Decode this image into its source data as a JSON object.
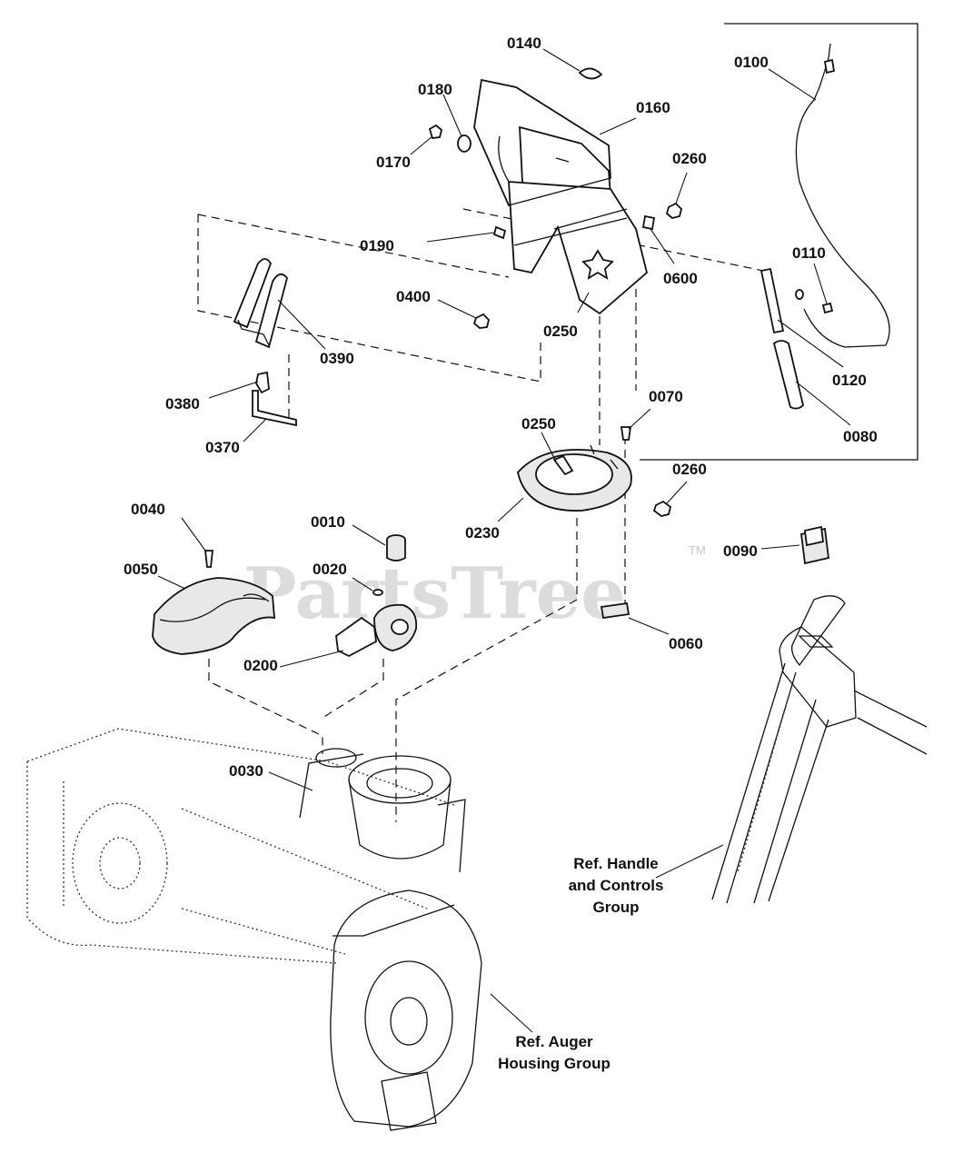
{
  "watermark": "PartsTree",
  "trademark": "TM",
  "callouts": {
    "c0140": "0140",
    "c0180": "0180",
    "c0160": "0160",
    "c0170": "0170",
    "c0260a": "0260",
    "c0190": "0190",
    "c0600": "0600",
    "c0400": "0400",
    "c0250a": "0250",
    "c0390": "0390",
    "c0380": "0380",
    "c0370": "0370",
    "c0100": "0100",
    "c0110": "0110",
    "c0120": "0120",
    "c0080": "0080",
    "c0070": "0070",
    "c0250b": "0250",
    "c0260b": "0260",
    "c0230": "0230",
    "c0040": "0040",
    "c0050": "0050",
    "c0010": "0010",
    "c0020": "0020",
    "c0200": "0200",
    "c0090": "0090",
    "c0060": "0060",
    "c0030": "0030"
  },
  "references": {
    "handle": [
      "Ref. Handle",
      "and Controls",
      "Group"
    ],
    "auger": [
      "Ref. Auger",
      "Housing Group"
    ]
  }
}
